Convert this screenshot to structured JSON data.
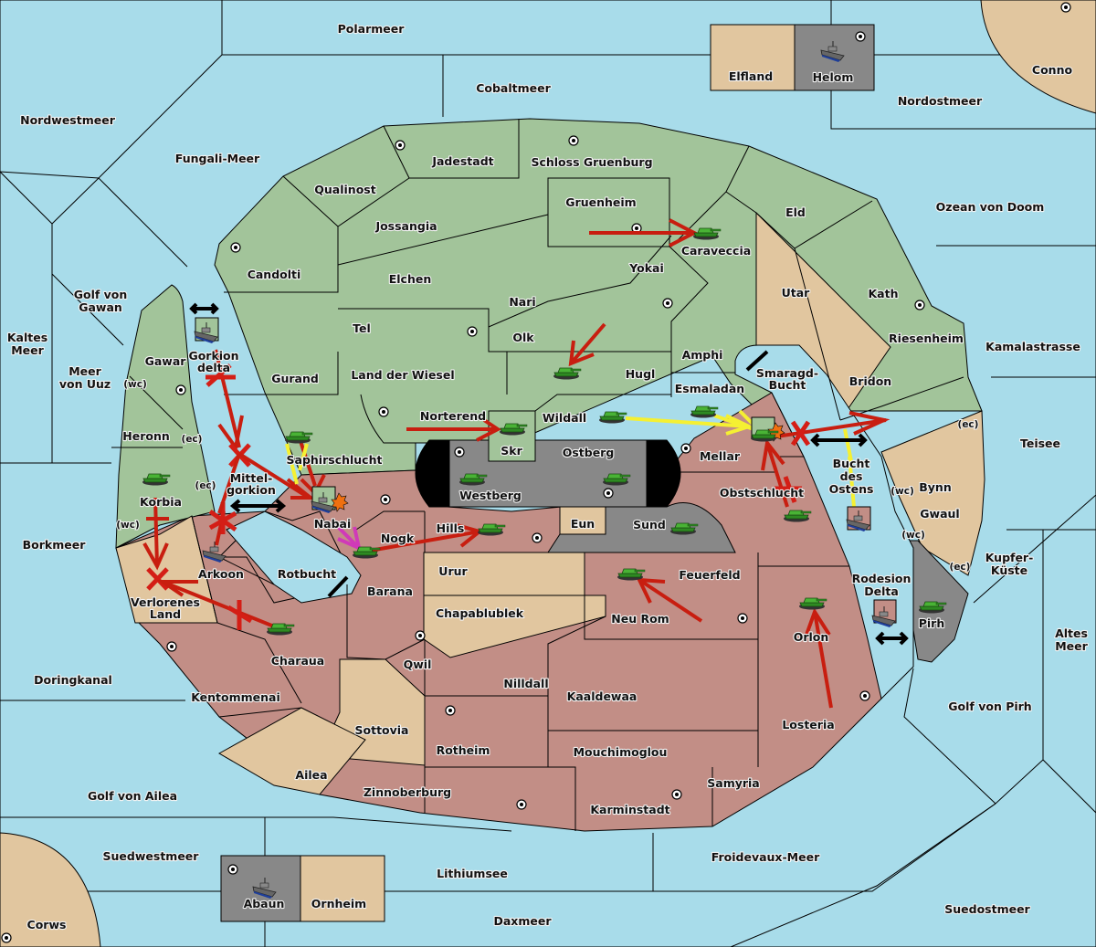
{
  "game": {
    "title": "Diplomacy map",
    "colors": {
      "sea": "#a8dcea",
      "green_power": "#a2c49a",
      "red_power": "#c28e86",
      "neutral": "#e1c69f",
      "gray_power": "#888888",
      "order_move": "#c81e10",
      "order_support": "#f5f032",
      "order_convoy": "#d03ab8"
    }
  },
  "seas": [
    {
      "name": "Polarmeer"
    },
    {
      "name": "Cobaltmeer"
    },
    {
      "name": "Nordostmeer"
    },
    {
      "name": "Nordwestmeer"
    },
    {
      "name": "Fungali-Meer"
    },
    {
      "name": "Ozean von Doom"
    },
    {
      "name": "Golf von Gawan"
    },
    {
      "name": "Kaltes Meer"
    },
    {
      "name": "Meer von Uuz"
    },
    {
      "name": "Kamalastrasse"
    },
    {
      "name": "Teisee"
    },
    {
      "name": "Borkmeer"
    },
    {
      "name": "Kupfer-Küste"
    },
    {
      "name": "Altes Meer"
    },
    {
      "name": "Doringkanal"
    },
    {
      "name": "Golf von Pirh"
    },
    {
      "name": "Golf von Ailea"
    },
    {
      "name": "Suedwestmeer"
    },
    {
      "name": "Froidevaux-Meer"
    },
    {
      "name": "Lithiumsee"
    },
    {
      "name": "Daxmeer"
    },
    {
      "name": "Suedostmeer"
    },
    {
      "name": "Gorkion delta"
    },
    {
      "name": "Mittel-gorkion"
    },
    {
      "name": "Rotbucht"
    },
    {
      "name": "Smaragd-Bucht"
    },
    {
      "name": "Bucht des Ostens"
    },
    {
      "name": "Rodesion Delta"
    }
  ],
  "territories": {
    "green": [
      "Jadestadt",
      "Schloss Gruenburg",
      "Qualinost",
      "Gruenheim",
      "Eld",
      "Jossangia",
      "Candolti",
      "Caraveccia",
      "Elchen",
      "Yokai",
      "Nari",
      "Kath",
      "Tel",
      "Olk",
      "Riesenheim",
      "Amphi",
      "Gawar",
      "Land der Wiesel",
      "Hugl",
      "Gurand",
      "Bridon",
      "Esmaladan",
      "Norterend",
      "Wildall",
      "Skr",
      "Heronn",
      "Saphirschlucht",
      "Korbia"
    ],
    "red": [
      "Mellar",
      "Obstschlucht",
      "Nabai",
      "Nogk",
      "Hills",
      "Arkoon",
      "Barana",
      "Feuerfeld",
      "Neu Rom",
      "Orlon",
      "Charaua",
      "Qwil",
      "Nilldall",
      "Kaaldewaa",
      "Kentommenai",
      "Losteria",
      "Rotheim",
      "Mouchimoglou",
      "Samyria",
      "Zinnoberburg",
      "Karminstadt"
    ],
    "neutral": [
      "Elfland",
      "Conno",
      "Utar",
      "Bynn",
      "Gwaul",
      "Eun",
      "Urur",
      "Chapablublek",
      "Verlorenes Land",
      "Sottovia",
      "Ailea",
      "Ornheim",
      "Corws"
    ],
    "gray": [
      "Helom",
      "Westberg",
      "Ostberg",
      "Sund",
      "Pirh",
      "Abaun"
    ]
  },
  "coast_markers": [
    "(wc)",
    "(ec)",
    "(ec)",
    "(wc)",
    "(ec)",
    "(wc)",
    "(wc)",
    "(ec)"
  ],
  "units": [
    {
      "type": "fleet",
      "location": "Helom",
      "power": "gray"
    },
    {
      "type": "army",
      "location": "Caraveccia",
      "power": "green"
    },
    {
      "type": "fleet",
      "location": "Gorkion delta",
      "power": "green"
    },
    {
      "type": "army",
      "location": "Hugl",
      "power": "green"
    },
    {
      "type": "army",
      "location": "Skr",
      "power": "green"
    },
    {
      "type": "army",
      "location": "Wildall",
      "power": "green"
    },
    {
      "type": "army",
      "location": "Esmaladan",
      "power": "green"
    },
    {
      "type": "army",
      "location": "Mellar",
      "power": "green",
      "dislodged": true
    },
    {
      "type": "army",
      "location": "Saphirschlucht",
      "power": "green"
    },
    {
      "type": "army",
      "location": "Korbia",
      "power": "green"
    },
    {
      "type": "fleet",
      "location": "Nabai",
      "power": "green",
      "dislodged": true
    },
    {
      "type": "army",
      "location": "Westberg",
      "power": "green"
    },
    {
      "type": "army",
      "location": "Ostberg",
      "power": "green"
    },
    {
      "type": "army",
      "location": "Hills",
      "power": "green"
    },
    {
      "type": "army",
      "location": "Nogk",
      "power": "green"
    },
    {
      "type": "fleet",
      "location": "Arkoon",
      "power": "gray"
    },
    {
      "type": "army",
      "location": "Sund",
      "power": "green"
    },
    {
      "type": "army",
      "location": "Obstschlucht",
      "power": "green"
    },
    {
      "type": "fleet",
      "location": "Bucht des Ostens",
      "power": "red"
    },
    {
      "type": "army",
      "location": "Feuerfeld",
      "power": "green"
    },
    {
      "type": "army",
      "location": "Charaua",
      "power": "green"
    },
    {
      "type": "army",
      "location": "Orlon",
      "power": "green"
    },
    {
      "type": "fleet",
      "location": "Rodesion Delta",
      "power": "red"
    },
    {
      "type": "army",
      "location": "Pirh",
      "power": "green"
    },
    {
      "type": "fleet",
      "location": "Abaun",
      "power": "gray"
    }
  ],
  "orders": [
    {
      "kind": "move",
      "from": "Gruenheim",
      "to": "Caraveccia"
    },
    {
      "kind": "move",
      "from": "Olk",
      "to": "Hugl"
    },
    {
      "kind": "move",
      "from": "Norterend",
      "to": "Skr"
    },
    {
      "kind": "move",
      "from": "Nogk",
      "to": "Hills"
    },
    {
      "kind": "move",
      "from": "Neu Rom",
      "to": "Feuerfeld"
    },
    {
      "kind": "move",
      "from": "Losteria",
      "to": "Orlon"
    },
    {
      "kind": "move",
      "from": "Korbia",
      "to": "Verlorenes Land",
      "failed": true
    },
    {
      "kind": "move",
      "from": "Charaua",
      "to": "Verlorenes Land",
      "failed": true
    },
    {
      "kind": "move",
      "from": "Gorkion delta",
      "to": "Mittel-gorkion",
      "failed": true
    },
    {
      "kind": "move",
      "from": "Saphirschlucht",
      "to": "Nabai"
    },
    {
      "kind": "support",
      "from": "Wildall",
      "to": "Mellar"
    },
    {
      "kind": "support",
      "from": "Esmaladan",
      "to": "Mellar"
    },
    {
      "kind": "convoy",
      "from": "Nabai",
      "to": "Nogk"
    },
    {
      "kind": "move",
      "from": "Mellar",
      "to": "Bridon",
      "failed": true
    },
    {
      "kind": "move",
      "from": "Obstschlucht",
      "to": "Mellar",
      "failed": true
    }
  ]
}
